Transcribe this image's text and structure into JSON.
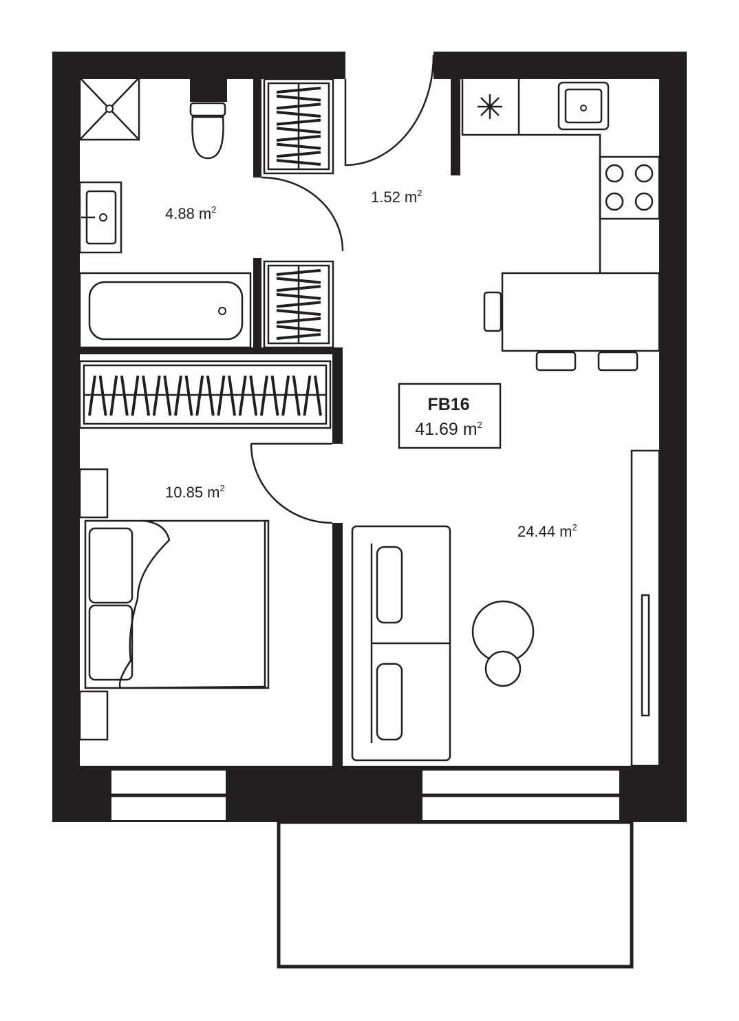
{
  "unit": {
    "name": "m",
    "exponent": "2"
  },
  "colors": {
    "wall": "#231f20",
    "background": "#ffffff"
  },
  "apartment": {
    "code": "FB16",
    "total_area": "41.69 m"
  },
  "rooms": [
    {
      "name": "bathroom",
      "area": "4.88 m"
    },
    {
      "name": "hallway",
      "area": "1.52 m"
    },
    {
      "name": "bedroom",
      "area": "10.85 m"
    },
    {
      "name": "living-kitchen",
      "area": "24.44 m"
    }
  ]
}
